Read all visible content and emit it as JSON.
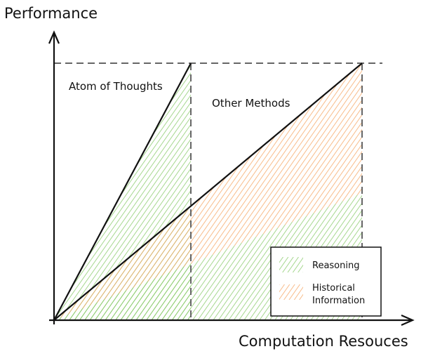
{
  "axes": {
    "y_label": "Performance",
    "x_label": "Computation Resouces"
  },
  "labels": {
    "atom": "Atom of Thoughts",
    "other": "Other Methods"
  },
  "legend": {
    "items": [
      {
        "label": "Reasoning",
        "color": "#7cc45a"
      },
      {
        "label_line1": "Historical",
        "label_line2": "Information",
        "color": "#f5a25d"
      }
    ]
  },
  "colors": {
    "reasoning": "#7cc45a",
    "history": "#f5a25d",
    "lines": "#111111",
    "dashed": "#666666"
  }
}
